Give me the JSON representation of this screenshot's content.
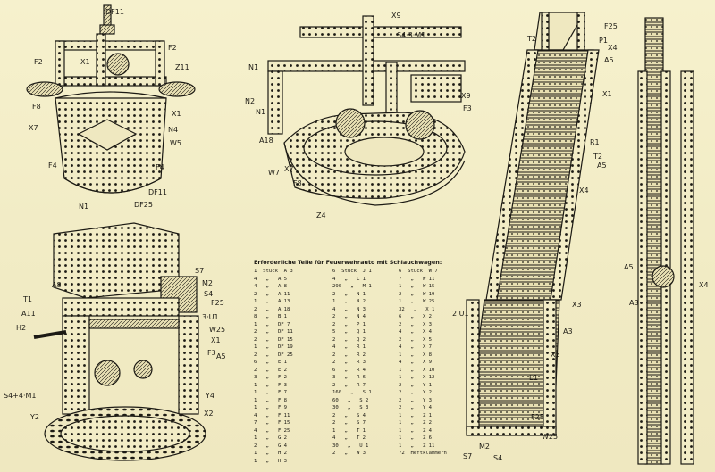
{
  "labels": {
    "p1": [
      "DF11",
      "F2",
      "F2",
      "Z11",
      "X1",
      "X1",
      "F8",
      "X7",
      "N4",
      "W5",
      "F4",
      "F4",
      "DF11",
      "N1",
      "DF25"
    ],
    "p2": [
      "X9",
      "S4·3·M1",
      "N1",
      "N2",
      "N1",
      "X9",
      "F3",
      "A18",
      "W7",
      "X7",
      "F8",
      "Z4"
    ],
    "p3": [
      "F25",
      "T2",
      "P1",
      "X4",
      "A5",
      "X1",
      "R1",
      "T2",
      "A5",
      "X4",
      "X3",
      "2·U1",
      "A3",
      "X3",
      "E1",
      "F25",
      "W25",
      "M2",
      "S7",
      "S4"
    ],
    "p4": [
      "A5",
      "X4",
      "A3"
    ],
    "p5": [
      "S7",
      "M2",
      "S4",
      "F25",
      "A8",
      "T1",
      "3·U1",
      "A11",
      "W25",
      "H2",
      "X1",
      "F3",
      "A5",
      "S4+4·M1",
      "Y4",
      "Y2",
      "X2"
    ]
  },
  "parts": {
    "title": "Erforderliche Teile für Feuerwehrauto mit Schlauchwagen:",
    "col1": [
      "1  Stück  A 3",
      "4   „   A 5",
      "4   „   A 8",
      "2   „   A 11",
      "1   „   A 13",
      "2   „   A 18",
      "8   „   B 1",
      "1   „   DF 7",
      "2   „   DF 11",
      "2   „   DF 15",
      "1   „   DF 19",
      "2   „   DF 25",
      "6   „   E 1",
      "2   „   E 2",
      "3   „   F 2",
      "1   „   F 3",
      "1   „   F 7",
      "1   „   F 8",
      "1   „   F 9",
      "4   „   F 11",
      "7   „   F 15",
      "4   „   F 25",
      "1   „   G 2",
      "2   „   G 4",
      "1   „   H 2",
      "1   „   H 3"
    ],
    "col2": [
      "6  Stück  J 1",
      "4   „   L 1",
      "290   „   M 1",
      "2   „   N 1",
      "1   „   N 2",
      "4   „   N 3",
      "2   „   N 4",
      "2   „   P 1",
      "5   „   Q 1",
      "2   „   Q 2",
      "4   „   R 1",
      "2   „   R 2",
      "2   „   R 3",
      "6   „   R 4",
      "3   „   R 6",
      "2   „   R 7",
      "160   „   S 1",
      "60   „   S 2",
      "30   „   S 3",
      "2   „   S 4",
      "2   „   S 7",
      "1   „   T 1",
      "4   „   T 2",
      "30   „   U 1",
      "2   „   W 3"
    ],
    "col3": [
      "6  Stück  W 7",
      "7   „   W 11",
      "1   „   W 15",
      "2   „   W 19",
      "1   „   W 25",
      "32   „   X 1",
      "6   „   X 2",
      "2   „   X 3",
      "4   „   X 4",
      "2   „   X 5",
      "4   „   X 7",
      "1   „   X 8",
      "4   „   X 9",
      "1   „   X 10",
      "1   „   X 12",
      "2   „   Y 1",
      "2   „   Y 2",
      "2   „   Y 3",
      "2   „   Y 4",
      "1   „   Z 1",
      "1   „   Z 2",
      "1   „   Z 4",
      "1   „   Z 6",
      "1   „   Z 11",
      "72  Heftklammern"
    ]
  },
  "colors": {
    "paper": "#f4efc9",
    "ink": "#1c1a14"
  }
}
